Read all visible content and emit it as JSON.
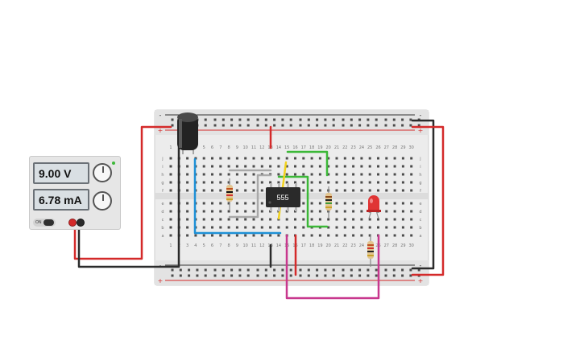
{
  "power_supply": {
    "voltage_display": "9.00 V",
    "current_display": "6.78 mA",
    "power_switch_label": "ON"
  },
  "chip": {
    "label": "555"
  },
  "breadboard": {
    "column_numbers": [
      "1",
      "2",
      "3",
      "4",
      "5",
      "6",
      "7",
      "8",
      "9",
      "10",
      "11",
      "12",
      "13",
      "14",
      "15",
      "16",
      "17",
      "18",
      "19",
      "20",
      "21",
      "22",
      "23",
      "24",
      "25",
      "26",
      "27",
      "28",
      "29",
      "30"
    ],
    "row_letters_top": [
      "j",
      "i",
      "h",
      "g",
      "f"
    ],
    "row_letters_bottom": [
      "e",
      "d",
      "c",
      "b",
      "a"
    ],
    "rail_plus": "+",
    "rail_minus": "-"
  },
  "wire_colors": {
    "red": "#d42a2a",
    "black": "#2b2b2b",
    "blue": "#1e90d6",
    "green": "#3cb838",
    "yellow": "#f1d21c",
    "magenta": "#c8388e",
    "gray": "#b0b0b0"
  },
  "led_color": "#e03434"
}
